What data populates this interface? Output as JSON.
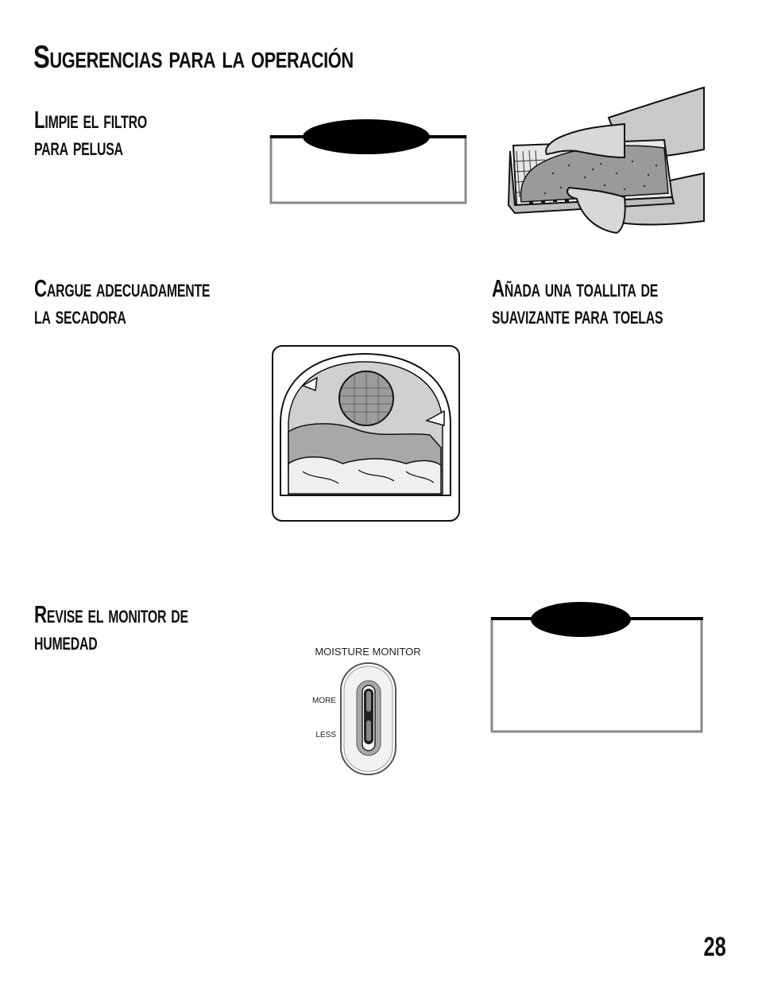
{
  "page": {
    "title": "Sugerencias para la operación",
    "page_number": "28"
  },
  "sections": {
    "lint_filter": {
      "line1": "Limpie el filtro",
      "line2": "para pelusa"
    },
    "load_dryer": {
      "line1": "Cargue adecuadamente",
      "line2": "la secadora"
    },
    "softener_sheet": {
      "line1": "Añada una toallita de",
      "line2": "suavizante para toelas"
    },
    "moisture_monitor": {
      "line1": "Revise el monitor de",
      "line2": "humedad"
    }
  },
  "moisture_panel": {
    "title": "MOISTURE MONITOR",
    "more_label": "MORE",
    "less_label": "LESS"
  }
}
